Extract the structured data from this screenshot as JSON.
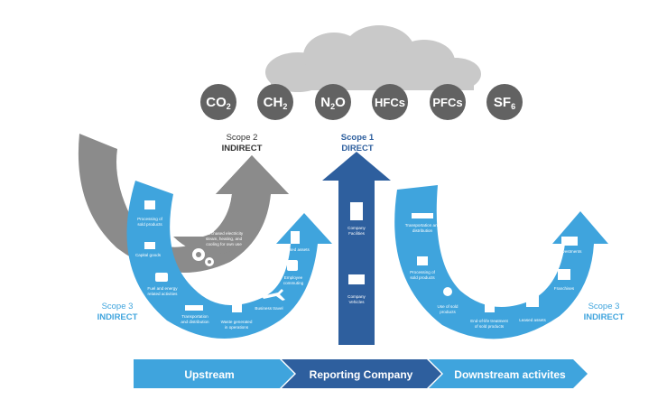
{
  "gases": [
    {
      "main": "CO",
      "sub": "2"
    },
    {
      "main": "CH",
      "sub": "2"
    },
    {
      "main": "N",
      "sub": "2",
      "tail": "O"
    },
    {
      "main": "HFCs",
      "sub": ""
    },
    {
      "main": "PFCs",
      "sub": ""
    },
    {
      "main": "SF",
      "sub": "6"
    }
  ],
  "scopes": {
    "scope1": {
      "title": "Scope 1",
      "kind": "DIRECT"
    },
    "scope2": {
      "title": "Scope 2",
      "kind": "INDIRECT"
    },
    "scope3_left": {
      "title": "Scope 3",
      "kind": "INDIRECT"
    },
    "scope3_right": {
      "title": "Scope 3",
      "kind": "INDIRECT"
    }
  },
  "scope2_label": [
    "Purchased electricity",
    "steam, heating, and",
    "cooling for own use"
  ],
  "upstream_items": {
    "processing": [
      "Processing of",
      "sold products"
    ],
    "capital": [
      "Capital goods"
    ],
    "fuel": [
      "Fuel and energy",
      "related activities"
    ],
    "transport": [
      "Transportation",
      "and distribution"
    ],
    "waste": [
      "Waste generated",
      "in operations"
    ],
    "travel": [
      "Business travel"
    ],
    "commuting": [
      "Employee",
      "commuting"
    ],
    "leased": [
      "Leased assets"
    ]
  },
  "company_items": {
    "facilities": [
      "Company",
      "Facilities"
    ],
    "vehicles": [
      "Company",
      "Vehicles"
    ]
  },
  "downstream_items": {
    "transport": [
      "Transportation and",
      "distribution"
    ],
    "processing": [
      "Processing of",
      "sold products"
    ],
    "use": [
      "Use of sold",
      "products"
    ],
    "eol": [
      "End-of-life treatment",
      "of sold products"
    ],
    "leased": [
      "Leased assets"
    ],
    "franchises": [
      "Franchises"
    ],
    "investments": [
      "Investments"
    ]
  },
  "bar": {
    "upstream": "Upstream",
    "reporting": "Reporting Company",
    "downstream": "Downstream activites"
  },
  "colors": {
    "light_blue": "#3fa4dd",
    "dark_blue": "#2e5f9e",
    "gray": "#8b8b8b",
    "cloud": "#c9c9c9",
    "gas_circle": "#626262",
    "scope_text": "#3fa4dd",
    "scope_text_dark": "#333333"
  }
}
